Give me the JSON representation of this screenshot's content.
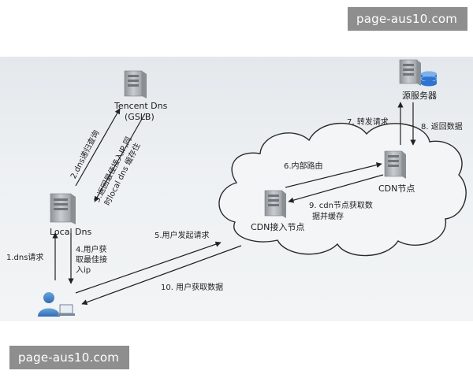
{
  "watermark": {
    "text": "page-aus10.com"
  },
  "nodes": {
    "tencent": {
      "name": "Tencent Dns",
      "sub": "(GSLB)"
    },
    "local_dns": {
      "name": "Local Dns"
    },
    "origin": {
      "name": "源服务器"
    },
    "cdn_node": {
      "name": "CDN节点"
    },
    "cdn_access": {
      "name": "CDN接入节点"
    }
  },
  "steps": {
    "s1": "1.dns请求",
    "s2": "2.dns递归查询",
    "s3_a": "3.返回最佳接入IP,同",
    "s3_b": "时local dns 缓存住",
    "s4_a": "4.用户获",
    "s4_b": "取最佳接",
    "s4_c": "入ip",
    "s5": "5.用户发起请求",
    "s6": "6.内部路由",
    "s7": "7. 转发请求",
    "s8": "8. 返回数据",
    "s9_a": "9. cdn节点获取数",
    "s9_b": "据并缓存",
    "s10": "10. 用户获取数据"
  },
  "colors": {
    "diagram_bg": "#e9edf0",
    "watermark_bg": "#8e8e8e",
    "server": "#b9bdc2",
    "user": "#3f7fc4",
    "database": "#2f74d0"
  }
}
